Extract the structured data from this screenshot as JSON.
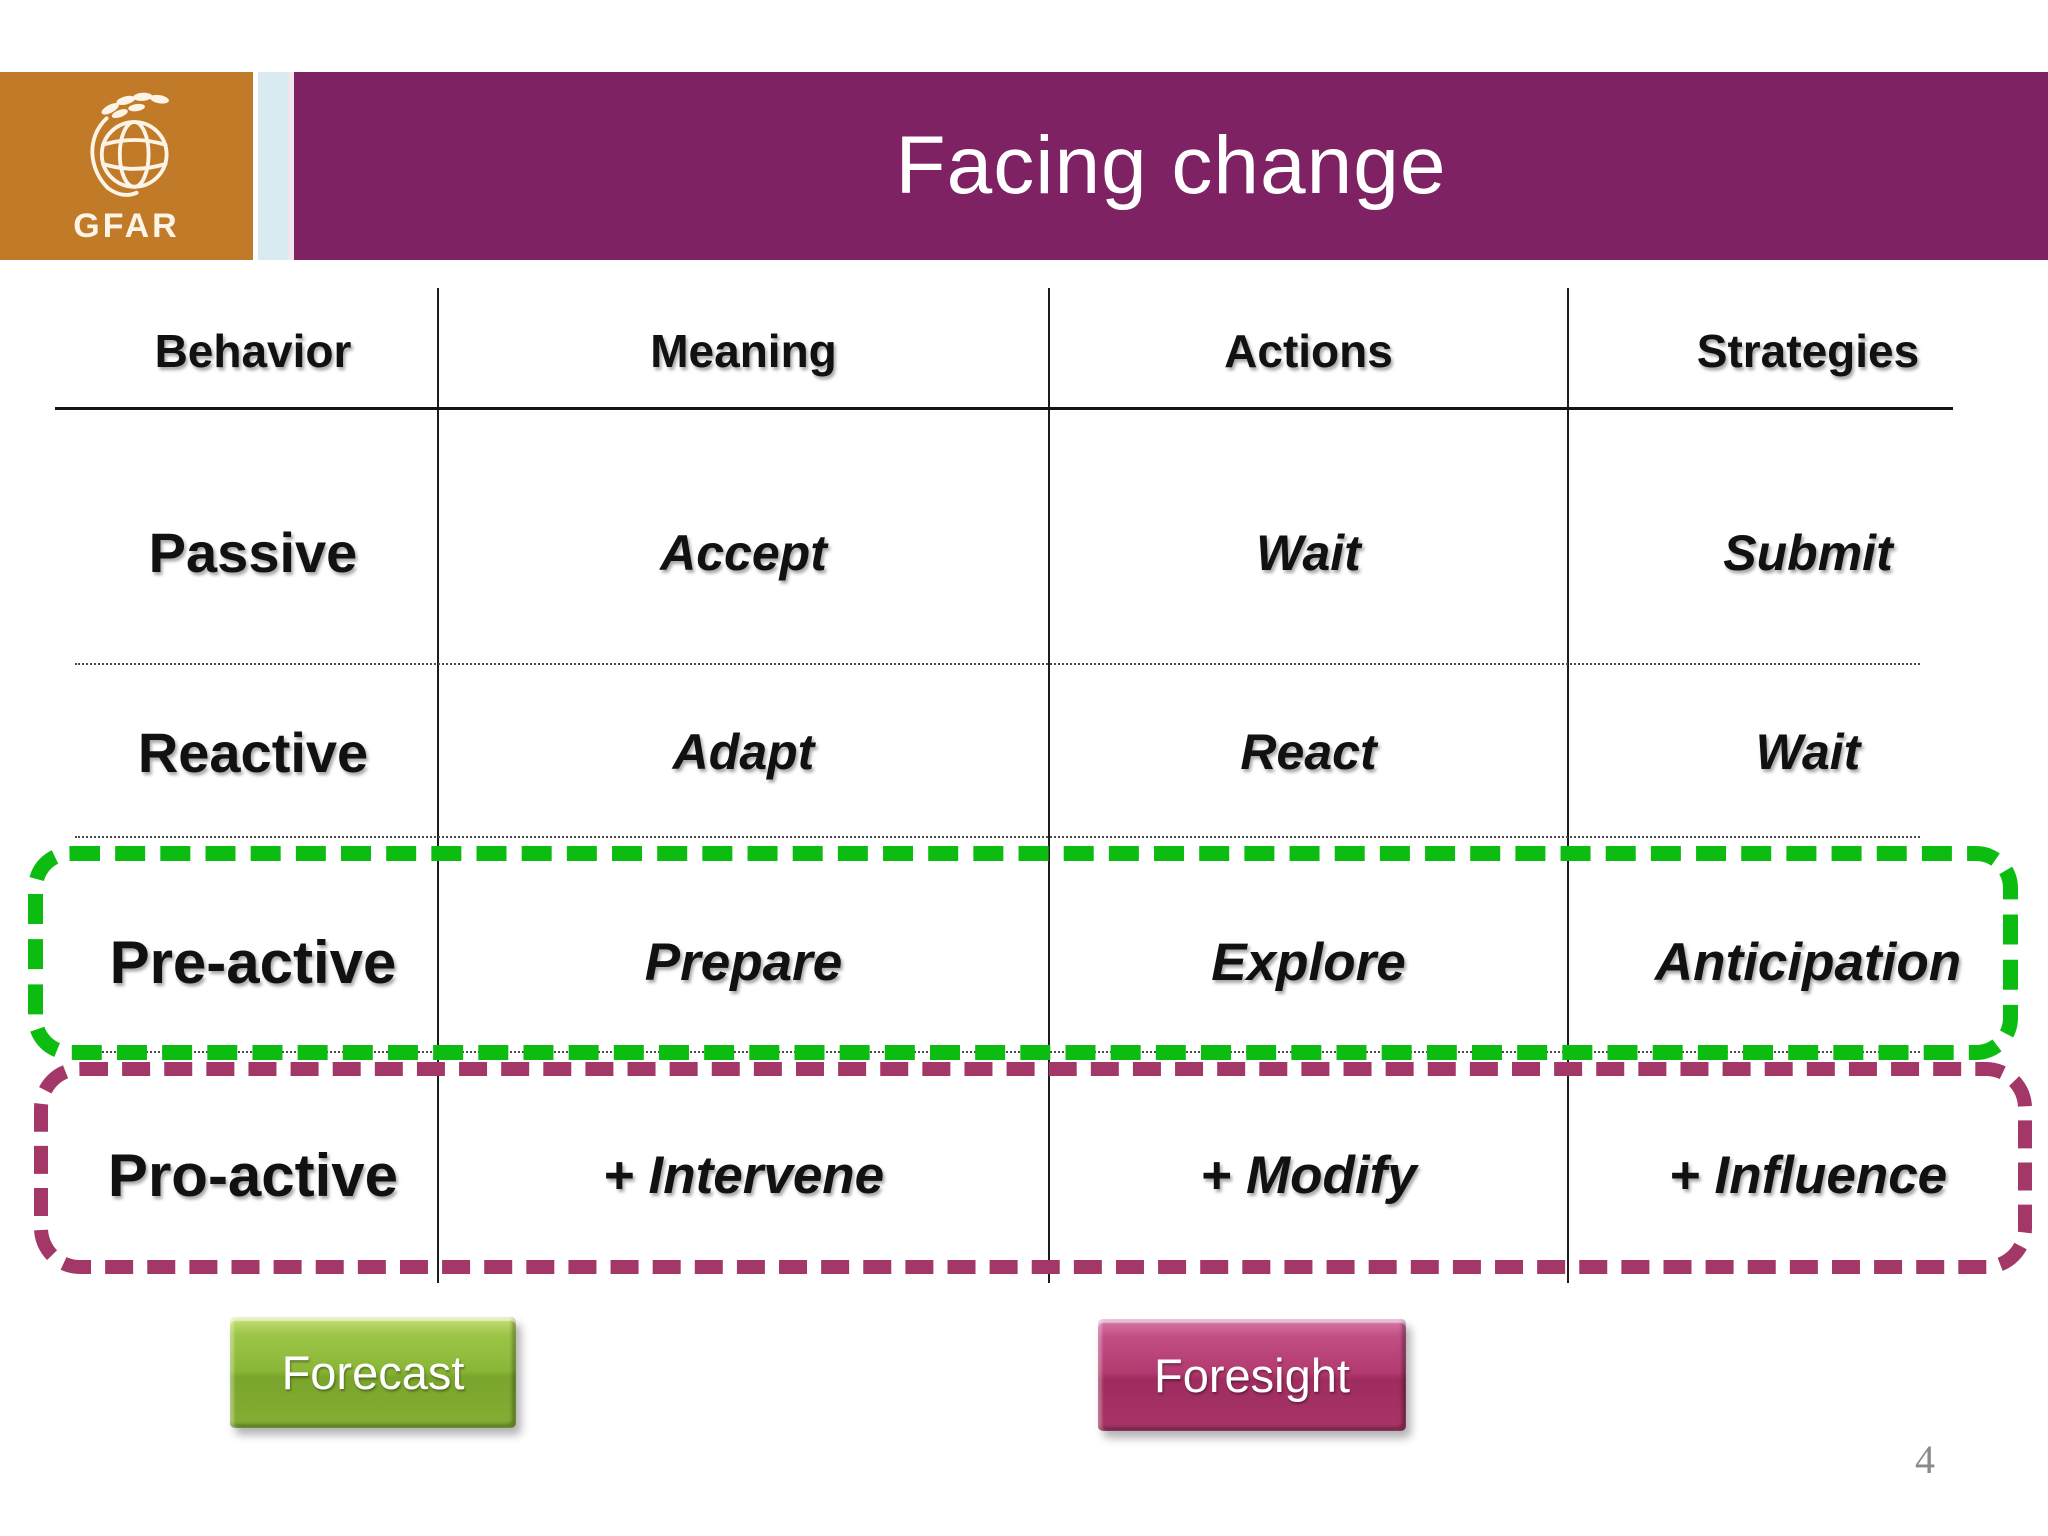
{
  "slide": {
    "title": "Facing change",
    "logo": {
      "text": "GFAR"
    },
    "page_number": "4"
  },
  "table": {
    "headers": {
      "behavior": "Behavior",
      "meaning": "Meaning",
      "actions": "Actions",
      "strategies": "Strategies"
    },
    "rows": [
      {
        "behavior": "Passive",
        "meaning": "Accept",
        "actions": "Wait",
        "strategies": "Submit",
        "highlight": "none"
      },
      {
        "behavior": "Reactive",
        "meaning": "Adapt",
        "actions": "React",
        "strategies": "Wait",
        "highlight": "none"
      },
      {
        "behavior": "Pre-active",
        "meaning": "Prepare",
        "actions": "Explore",
        "strategies": "Anticipation",
        "highlight": "green-dashed-box"
      },
      {
        "behavior": "Pro-active",
        "meaning": "+ Intervene",
        "actions": "+ Modify",
        "strategies": "+ Influence",
        "highlight": "maroon-dashed-box"
      }
    ]
  },
  "buttons": {
    "forecast": "Forecast",
    "foresight": "Foresight"
  },
  "colors": {
    "header_purple": "#7E2263",
    "logo_orange": "#C17A28",
    "strip_blue": "#D9EBF1",
    "highlight_green": "#0DBC11",
    "highlight_maroon": "#A23768",
    "forecast_green": "#8AB737",
    "foresight_pink": "#B23A6F",
    "page_number_gray": "#8A8A8A"
  }
}
